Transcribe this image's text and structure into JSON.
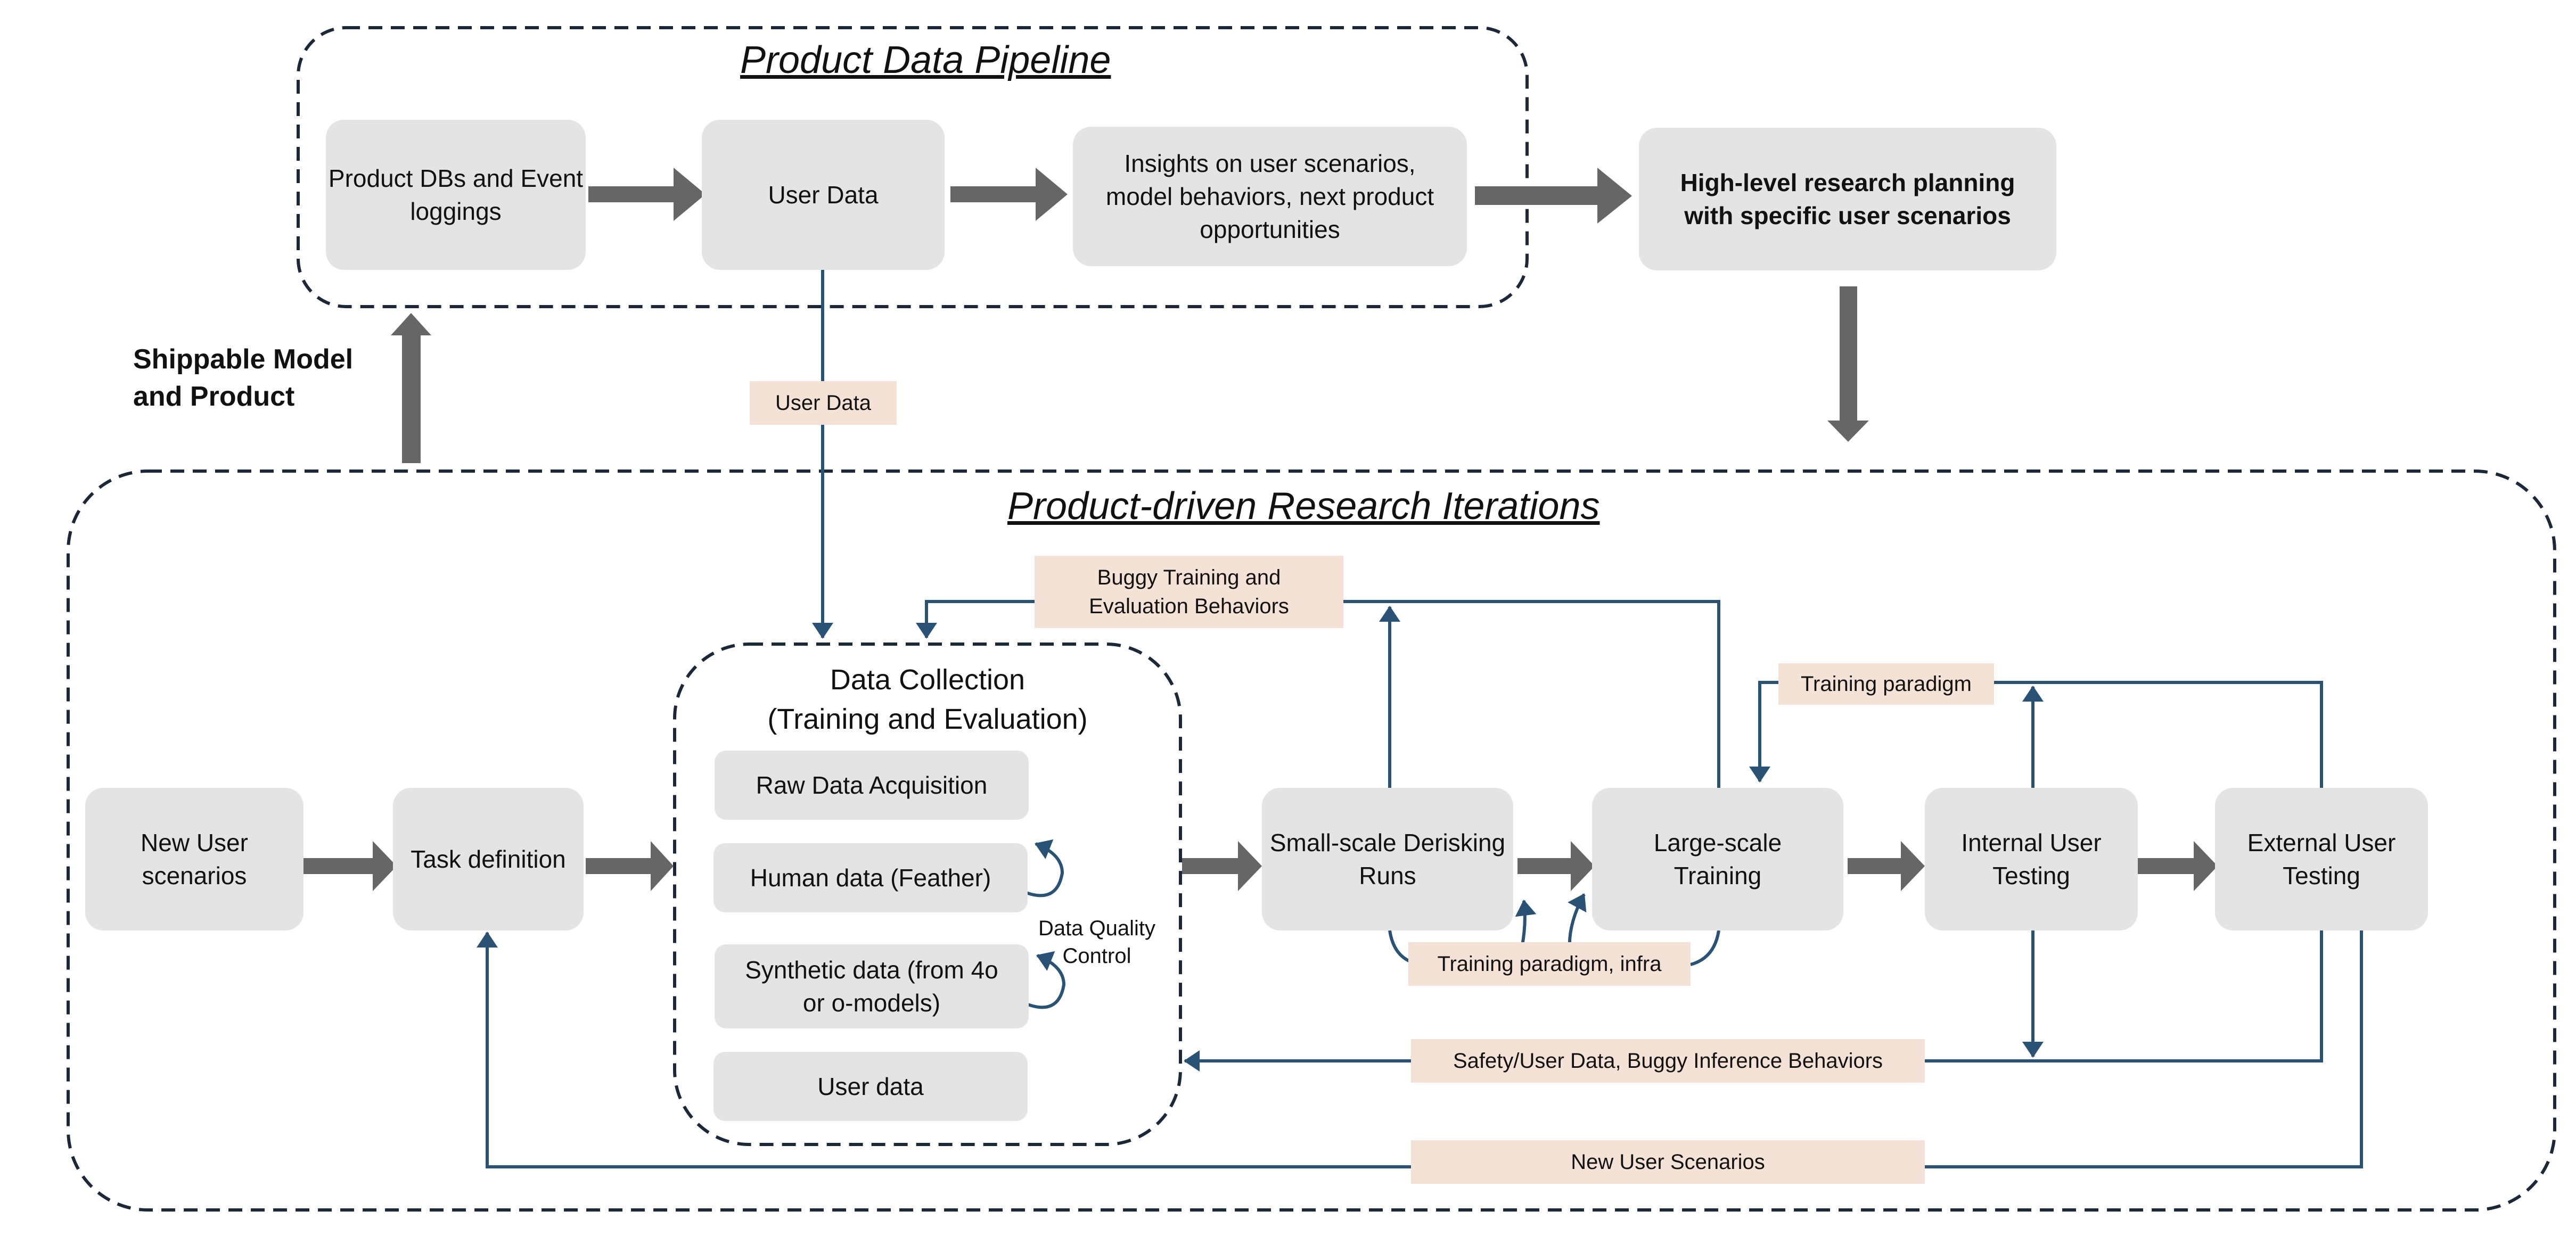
{
  "pipeline": {
    "title": "Product Data Pipeline",
    "nodes": [
      {
        "label": "Product DBs and Event loggings"
      },
      {
        "label": "User Data"
      },
      {
        "label": "Insights on user scenarios, model behaviors, next product opportunities"
      }
    ]
  },
  "planning": {
    "label": "High-level research planning with specific user scenarios"
  },
  "shippable": {
    "label": "Shippable Model and Product"
  },
  "user_data_label": "User Data",
  "research": {
    "title": "Product-driven Research Iterations",
    "nodes": [
      {
        "label": "New User scenarios"
      },
      {
        "label": "Task definition"
      },
      {
        "label": "Small-scale Derisking Runs"
      },
      {
        "label": "Large-scale Training"
      },
      {
        "label": "Internal User Testing"
      },
      {
        "label": "External User Testing"
      }
    ],
    "data_collection": {
      "title_line1": "Data Collection",
      "title_line2": "(Training and Evaluation)",
      "items": [
        {
          "label": "Raw Data Acquisition"
        },
        {
          "label": "Human data (Feather)"
        },
        {
          "label": "Synthetic data (from 4o or o-models)"
        },
        {
          "label": "User data"
        }
      ],
      "quality_control": "Data Quality Control"
    },
    "feedback_labels": {
      "buggy_training": "Buggy Training and Evaluation Behaviors",
      "training_paradigm": "Training paradigm",
      "training_paradigm_infra": "Training paradigm, infra",
      "safety_user_data": "Safety/User Data, Buggy Inference Behaviors",
      "new_user_scenarios": "New User Scenarios"
    }
  },
  "colors": {
    "node_fill": "#e4e4e4",
    "label_fill": "#f4e2d6",
    "arrow_gray": "#666666",
    "connector_blue": "#2a5275",
    "dashed_border": "#1b2838"
  }
}
